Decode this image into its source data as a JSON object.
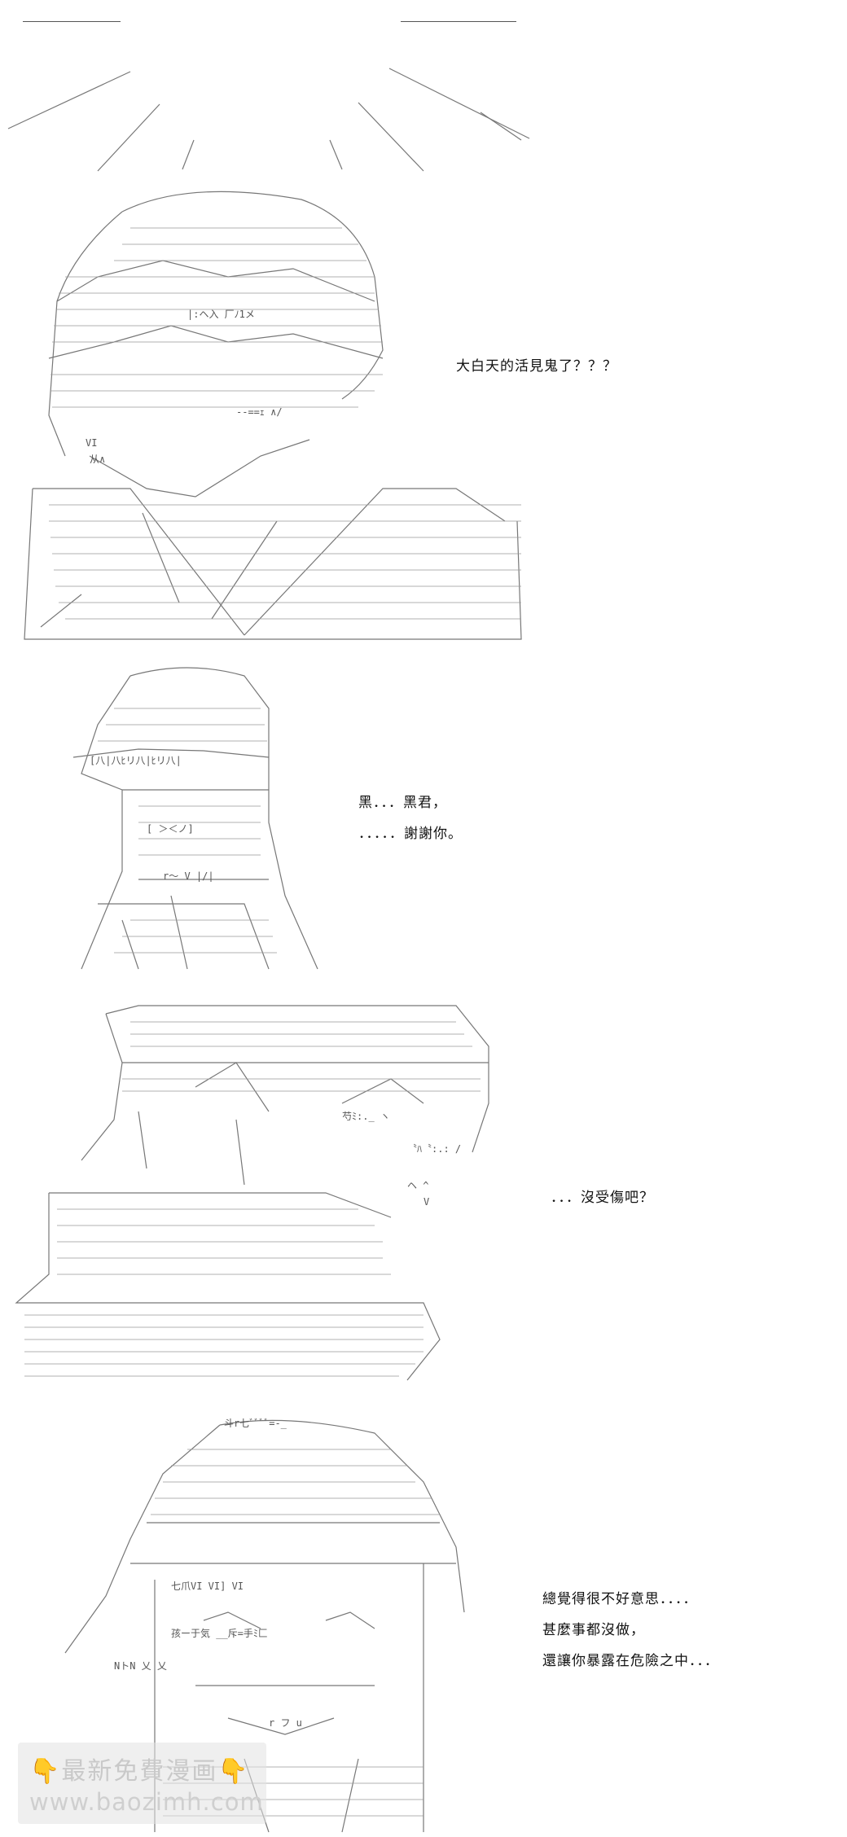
{
  "panels": [
    {
      "lines": [
        "大白天的活見鬼了？？？"
      ]
    },
    {
      "lines": [
        "黑．．．黑君，",
        "．．．．．謝謝你。"
      ]
    },
    {
      "lines": [
        "．．．沒受傷吧？"
      ]
    },
    {
      "lines": [
        "總覺得很不好意思．．．．",
        "甚麼事都沒做，",
        "還讓你暴露在危險之中．．．"
      ]
    }
  ],
  "watermark": {
    "line1": "最新免費漫画",
    "line2": "www.baozimh.com",
    "emoji_left": "👇",
    "emoji_right": "👇"
  },
  "colors": {
    "ink": "#111111",
    "art": "#777777",
    "background": "#ffffff"
  }
}
